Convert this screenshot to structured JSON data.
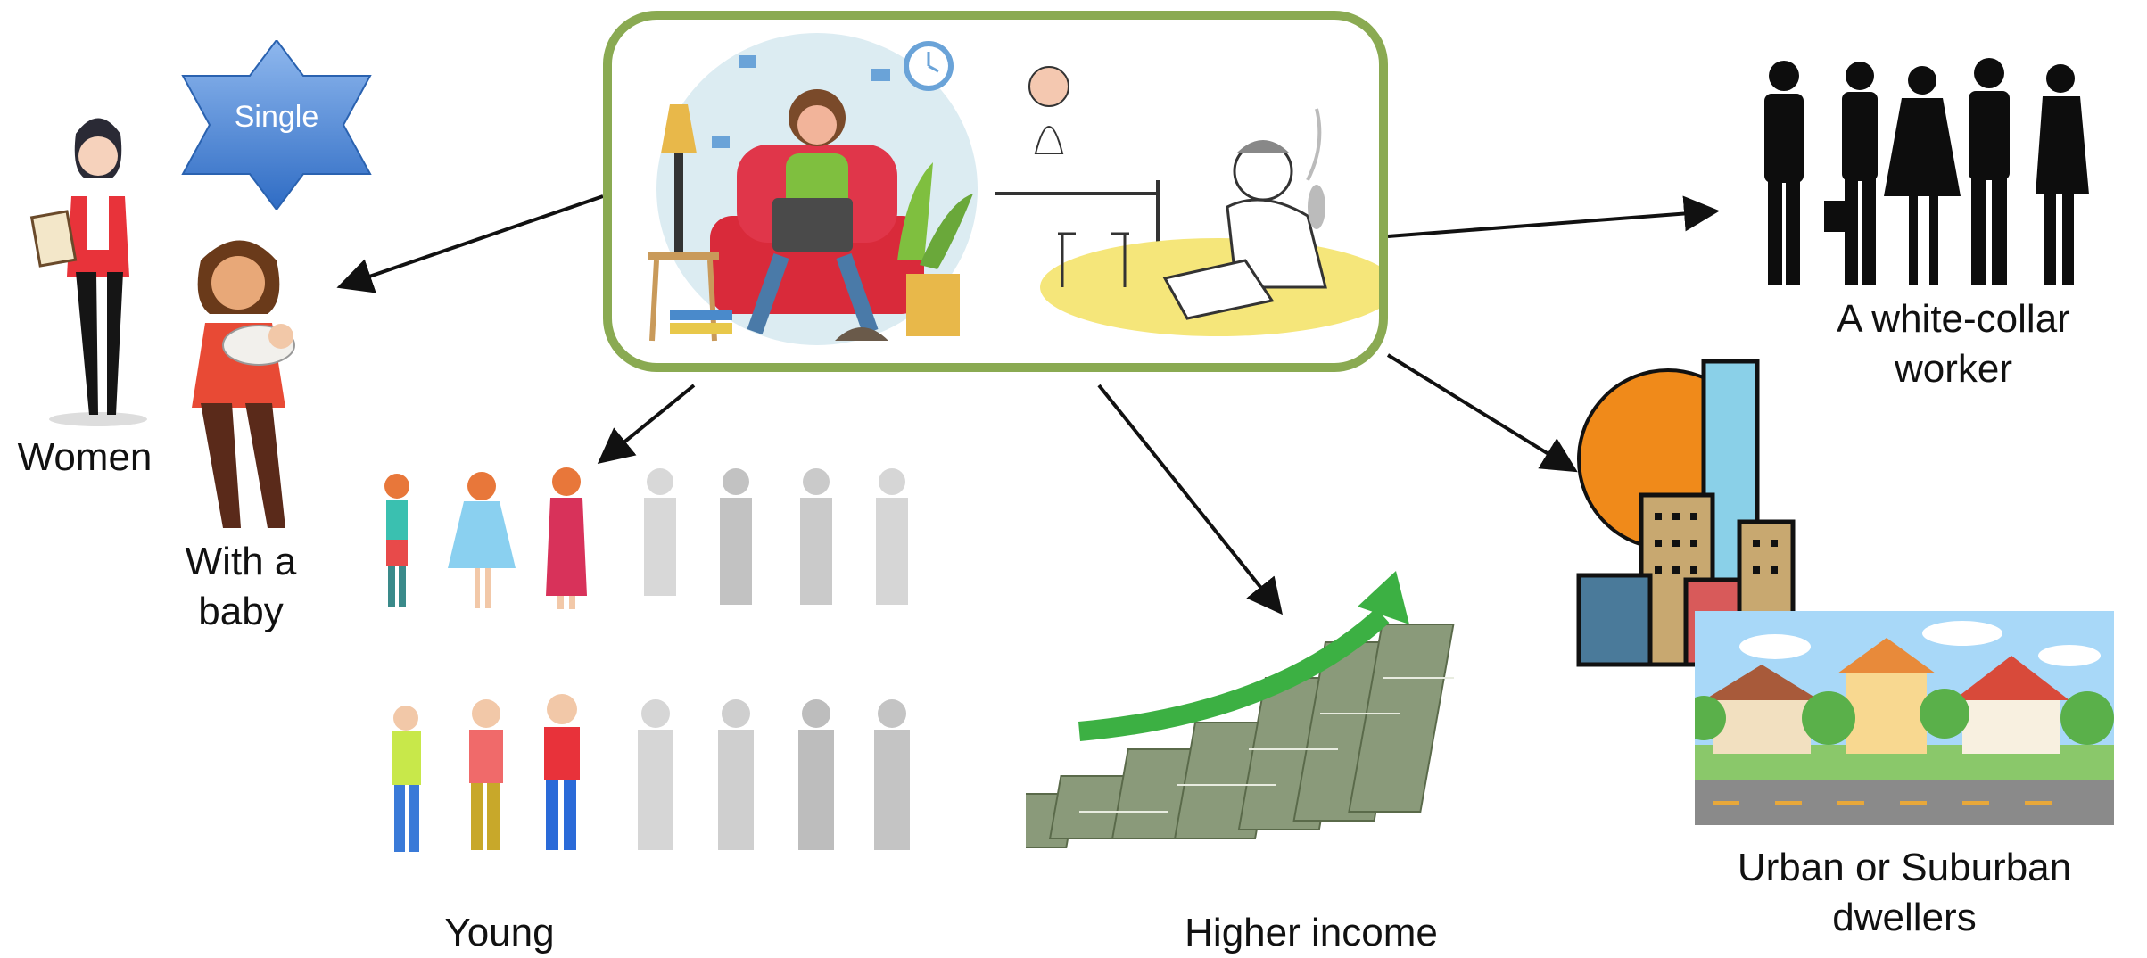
{
  "diagram": {
    "center": {
      "title": ""
    },
    "nodes": {
      "women": {
        "label": "Women"
      },
      "single": {
        "label": "Single"
      },
      "baby": {
        "line1": "With a",
        "line2": "baby"
      },
      "young": {
        "label": "Young"
      },
      "income": {
        "label": "Higher income"
      },
      "worker": {
        "line1": "A white-collar",
        "line2": "worker"
      },
      "urban": {
        "line1": "Urban or Suburban",
        "line2": "dwellers"
      }
    }
  },
  "colors": {
    "hub_border": "#8aaa52",
    "arrow": "#111111",
    "star_fill": "#4a86d8",
    "income_arrow": "#3cb043"
  }
}
